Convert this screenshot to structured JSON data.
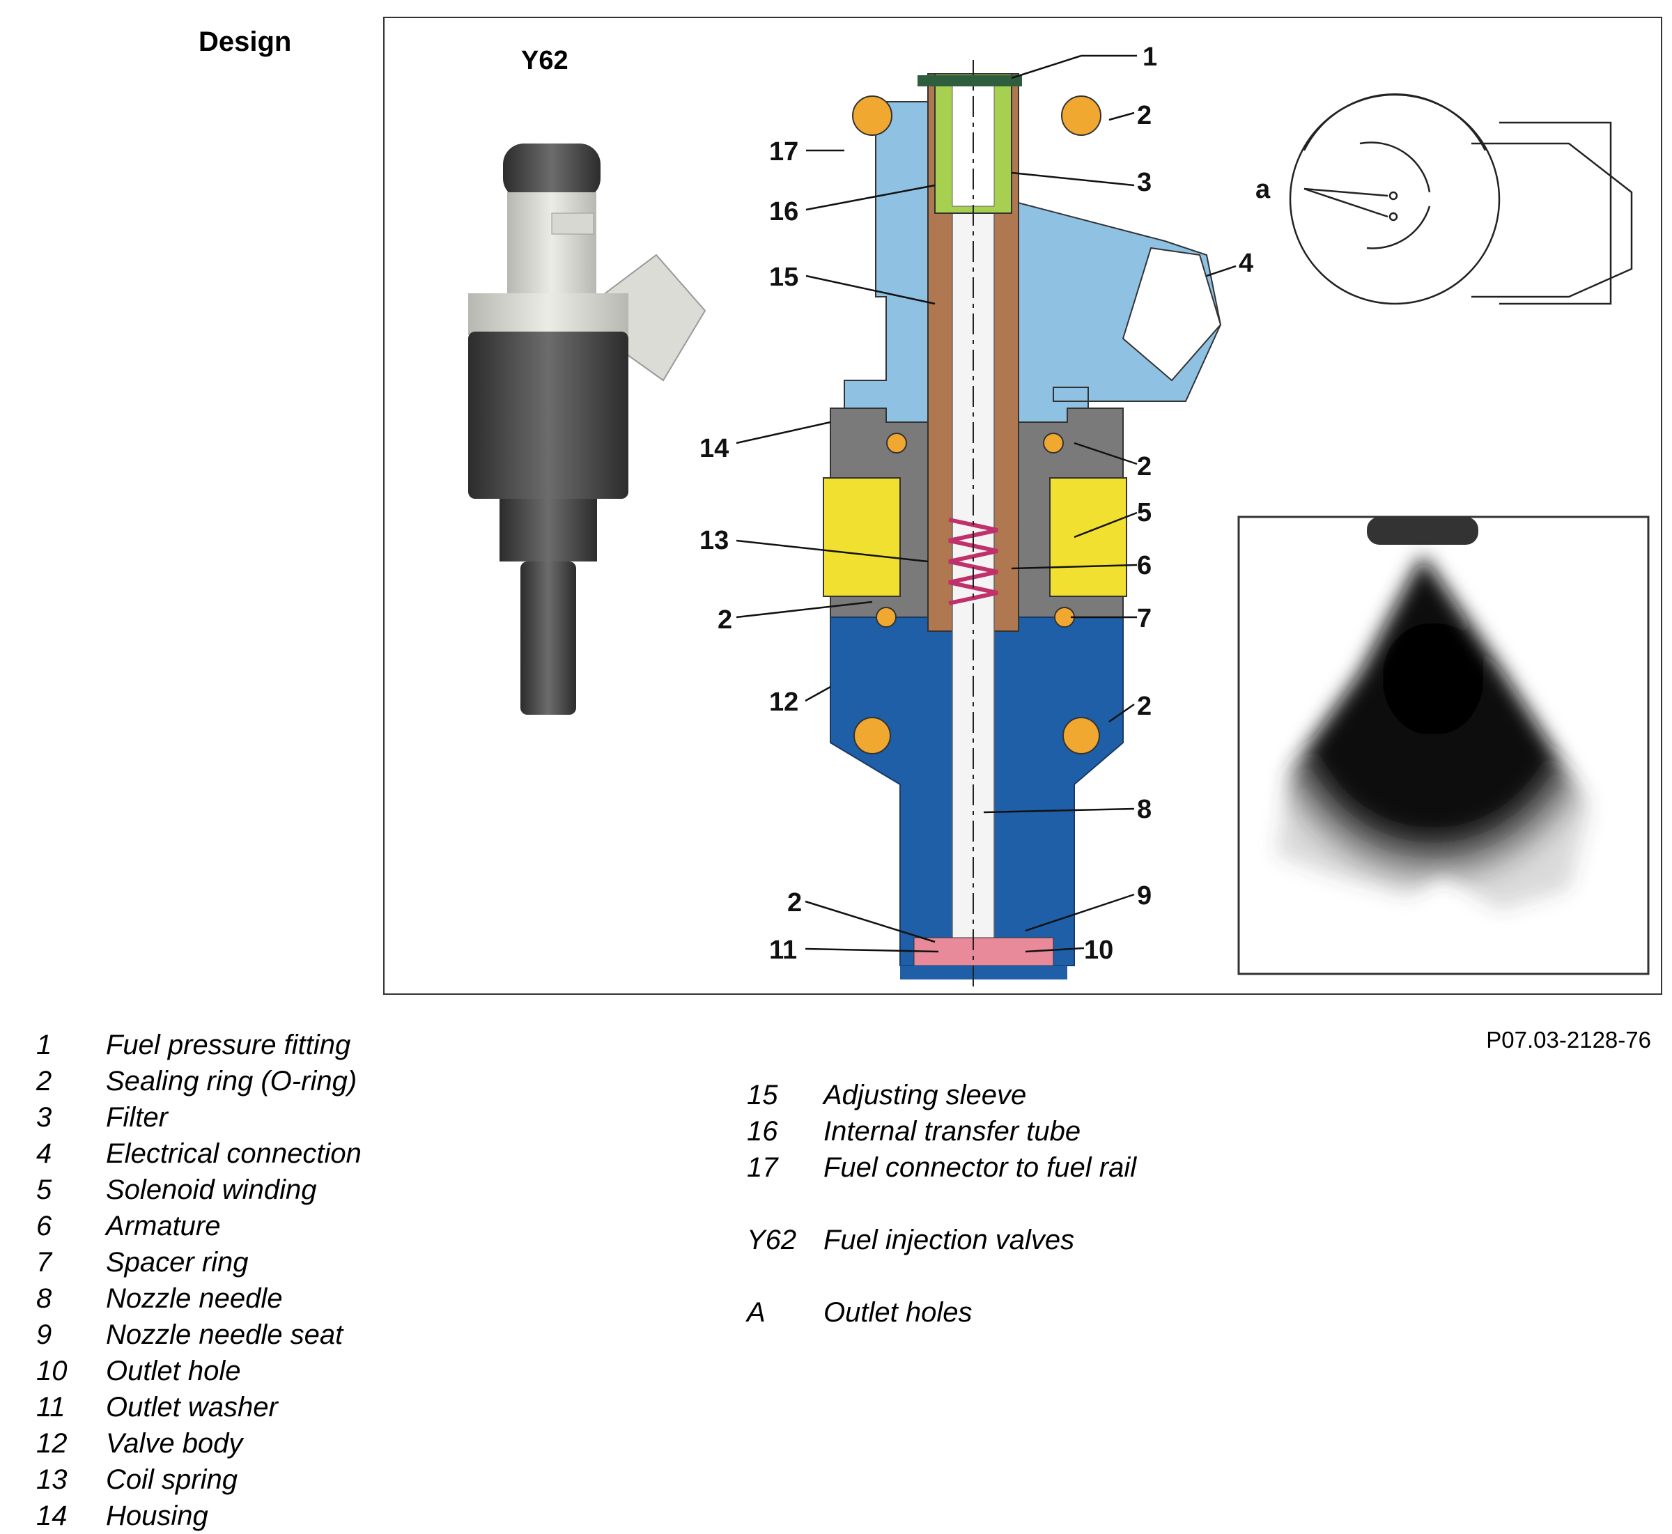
{
  "heading": "Design",
  "figure": {
    "code": "Y62",
    "callouts": {
      "c1": "1",
      "c2a": "2",
      "c3": "3",
      "c4": "4",
      "c2b": "2",
      "c5": "5",
      "c6": "6",
      "c7": "7",
      "c2c": "2",
      "c8": "8",
      "c9": "9",
      "c10": "10",
      "c17": "17",
      "c16": "16",
      "c15": "15",
      "c14": "14",
      "c13": "13",
      "c2d": "2",
      "c12": "12",
      "c2e": "2",
      "c11": "11",
      "ca": "a"
    },
    "reference": "P07.03-2128-76"
  },
  "legend_left": [
    {
      "num": "1",
      "text": "Fuel pressure fitting"
    },
    {
      "num": "2",
      "text": "Sealing ring (O-ring)"
    },
    {
      "num": "3",
      "text": "Filter"
    },
    {
      "num": "4",
      "text": "Electrical connection"
    },
    {
      "num": "5",
      "text": "Solenoid winding"
    },
    {
      "num": "6",
      "text": "Armature"
    },
    {
      "num": "7",
      "text": "Spacer ring"
    },
    {
      "num": "8",
      "text": "Nozzle needle"
    },
    {
      "num": "9",
      "text": "Nozzle needle seat"
    },
    {
      "num": "10",
      "text": "Outlet hole"
    },
    {
      "num": "11",
      "text": "Outlet washer"
    },
    {
      "num": "12",
      "text": "Valve body"
    },
    {
      "num": "13",
      "text": "Coil spring"
    },
    {
      "num": "14",
      "text": "Housing"
    }
  ],
  "legend_right": [
    {
      "num": "15",
      "text": "Adjusting sleeve"
    },
    {
      "num": "16",
      "text": "Internal transfer tube"
    },
    {
      "num": "17",
      "text": "Fuel connector to fuel rail"
    },
    {
      "num": "Y62",
      "text": "Fuel injection valves"
    },
    {
      "num": "A",
      "text": "Outlet holes"
    }
  ],
  "colors": {
    "housing_light_blue": "#8fc1e3",
    "valve_body_blue": "#1f5fa8",
    "tube_brown": "#b07850",
    "filter_green": "#a8d050",
    "oring_orange": "#f0a830",
    "coil_yellow": "#f2e030",
    "housing_grey": "#7a7a7a",
    "spring_magenta": "#c0306a"
  }
}
